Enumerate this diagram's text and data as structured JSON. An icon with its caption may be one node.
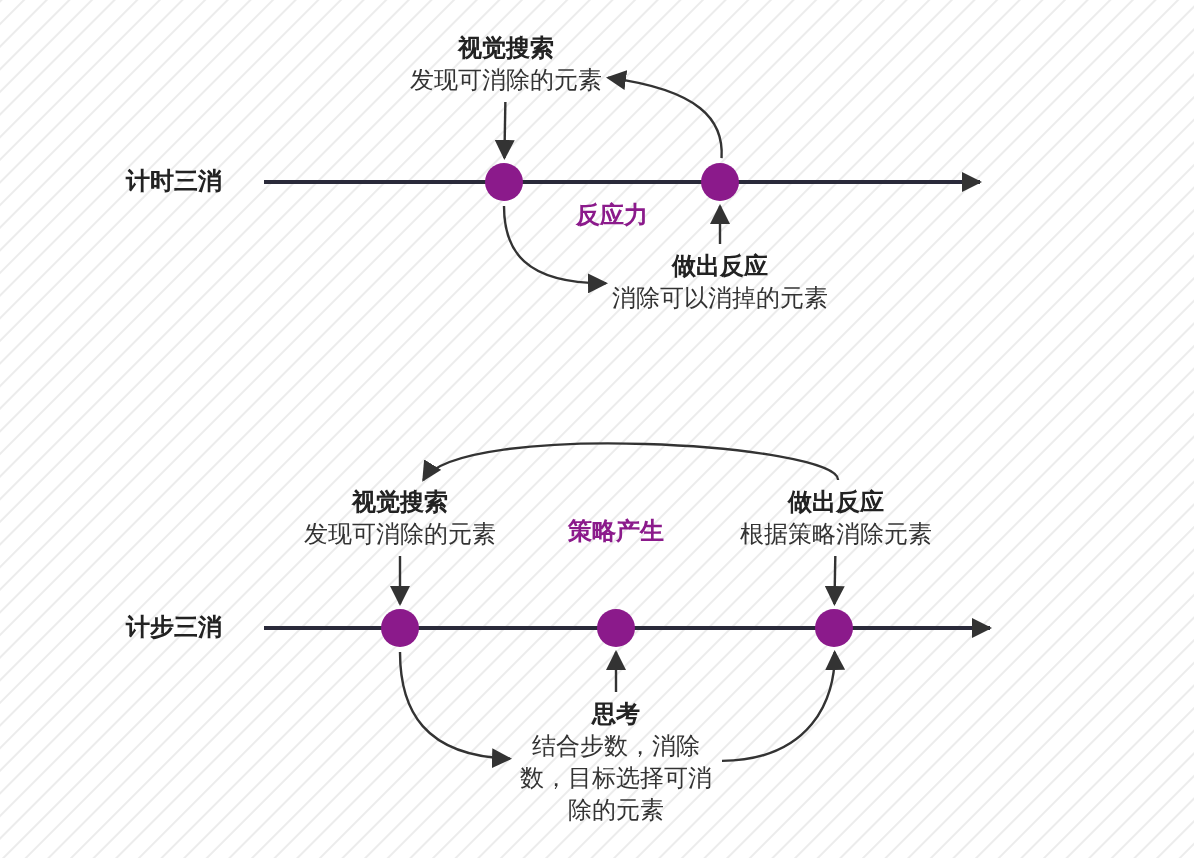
{
  "diagram": {
    "nodes": [
      {
        "text": [
          "视觉搜索",
          "发现可消除的元素"
        ]
      },
      {
        "text": [],
        "shape": "circle"
      },
      {
        "text": [],
        "shape": "circle"
      },
      {
        "text": [
          "做出反应",
          "消除可以消掉的元素"
        ]
      },
      {
        "text": [
          "视觉搜索",
          "发现可消除的元素"
        ]
      },
      {
        "text": [
          "做出反应",
          "根据策略消除元素"
        ]
      },
      {
        "text": [],
        "shape": "circle"
      },
      {
        "text": [],
        "shape": "circle"
      },
      {
        "text": [],
        "shape": "circle"
      },
      {
        "text": [
          "思考",
          "结合步数，消除数，目标选择可消除的元素"
        ]
      }
    ],
    "edges": [
      {
        "from": 0,
        "to": 1,
        "arrow": "to"
      },
      {
        "from": 3,
        "to": 2,
        "arrow": "to"
      },
      {
        "from": 1,
        "to": 3,
        "arrow": "to"
      },
      {
        "from": 2,
        "to": 0,
        "arrow": "to"
      },
      {
        "from": 5,
        "to": 4,
        "arrow": "to"
      },
      {
        "from": 4,
        "to": 6,
        "arrow": "to"
      },
      {
        "from": 5,
        "to": 8,
        "arrow": "to"
      },
      {
        "from": 9,
        "to": 7,
        "arrow": "to"
      },
      {
        "from": 6,
        "to": 9,
        "arrow": "to"
      },
      {
        "from": 9,
        "to": 8,
        "arrow": "to"
      }
    ],
    "labels": [
      "计时三消",
      "反应力",
      "计步三消",
      "策略产生"
    ]
  }
}
